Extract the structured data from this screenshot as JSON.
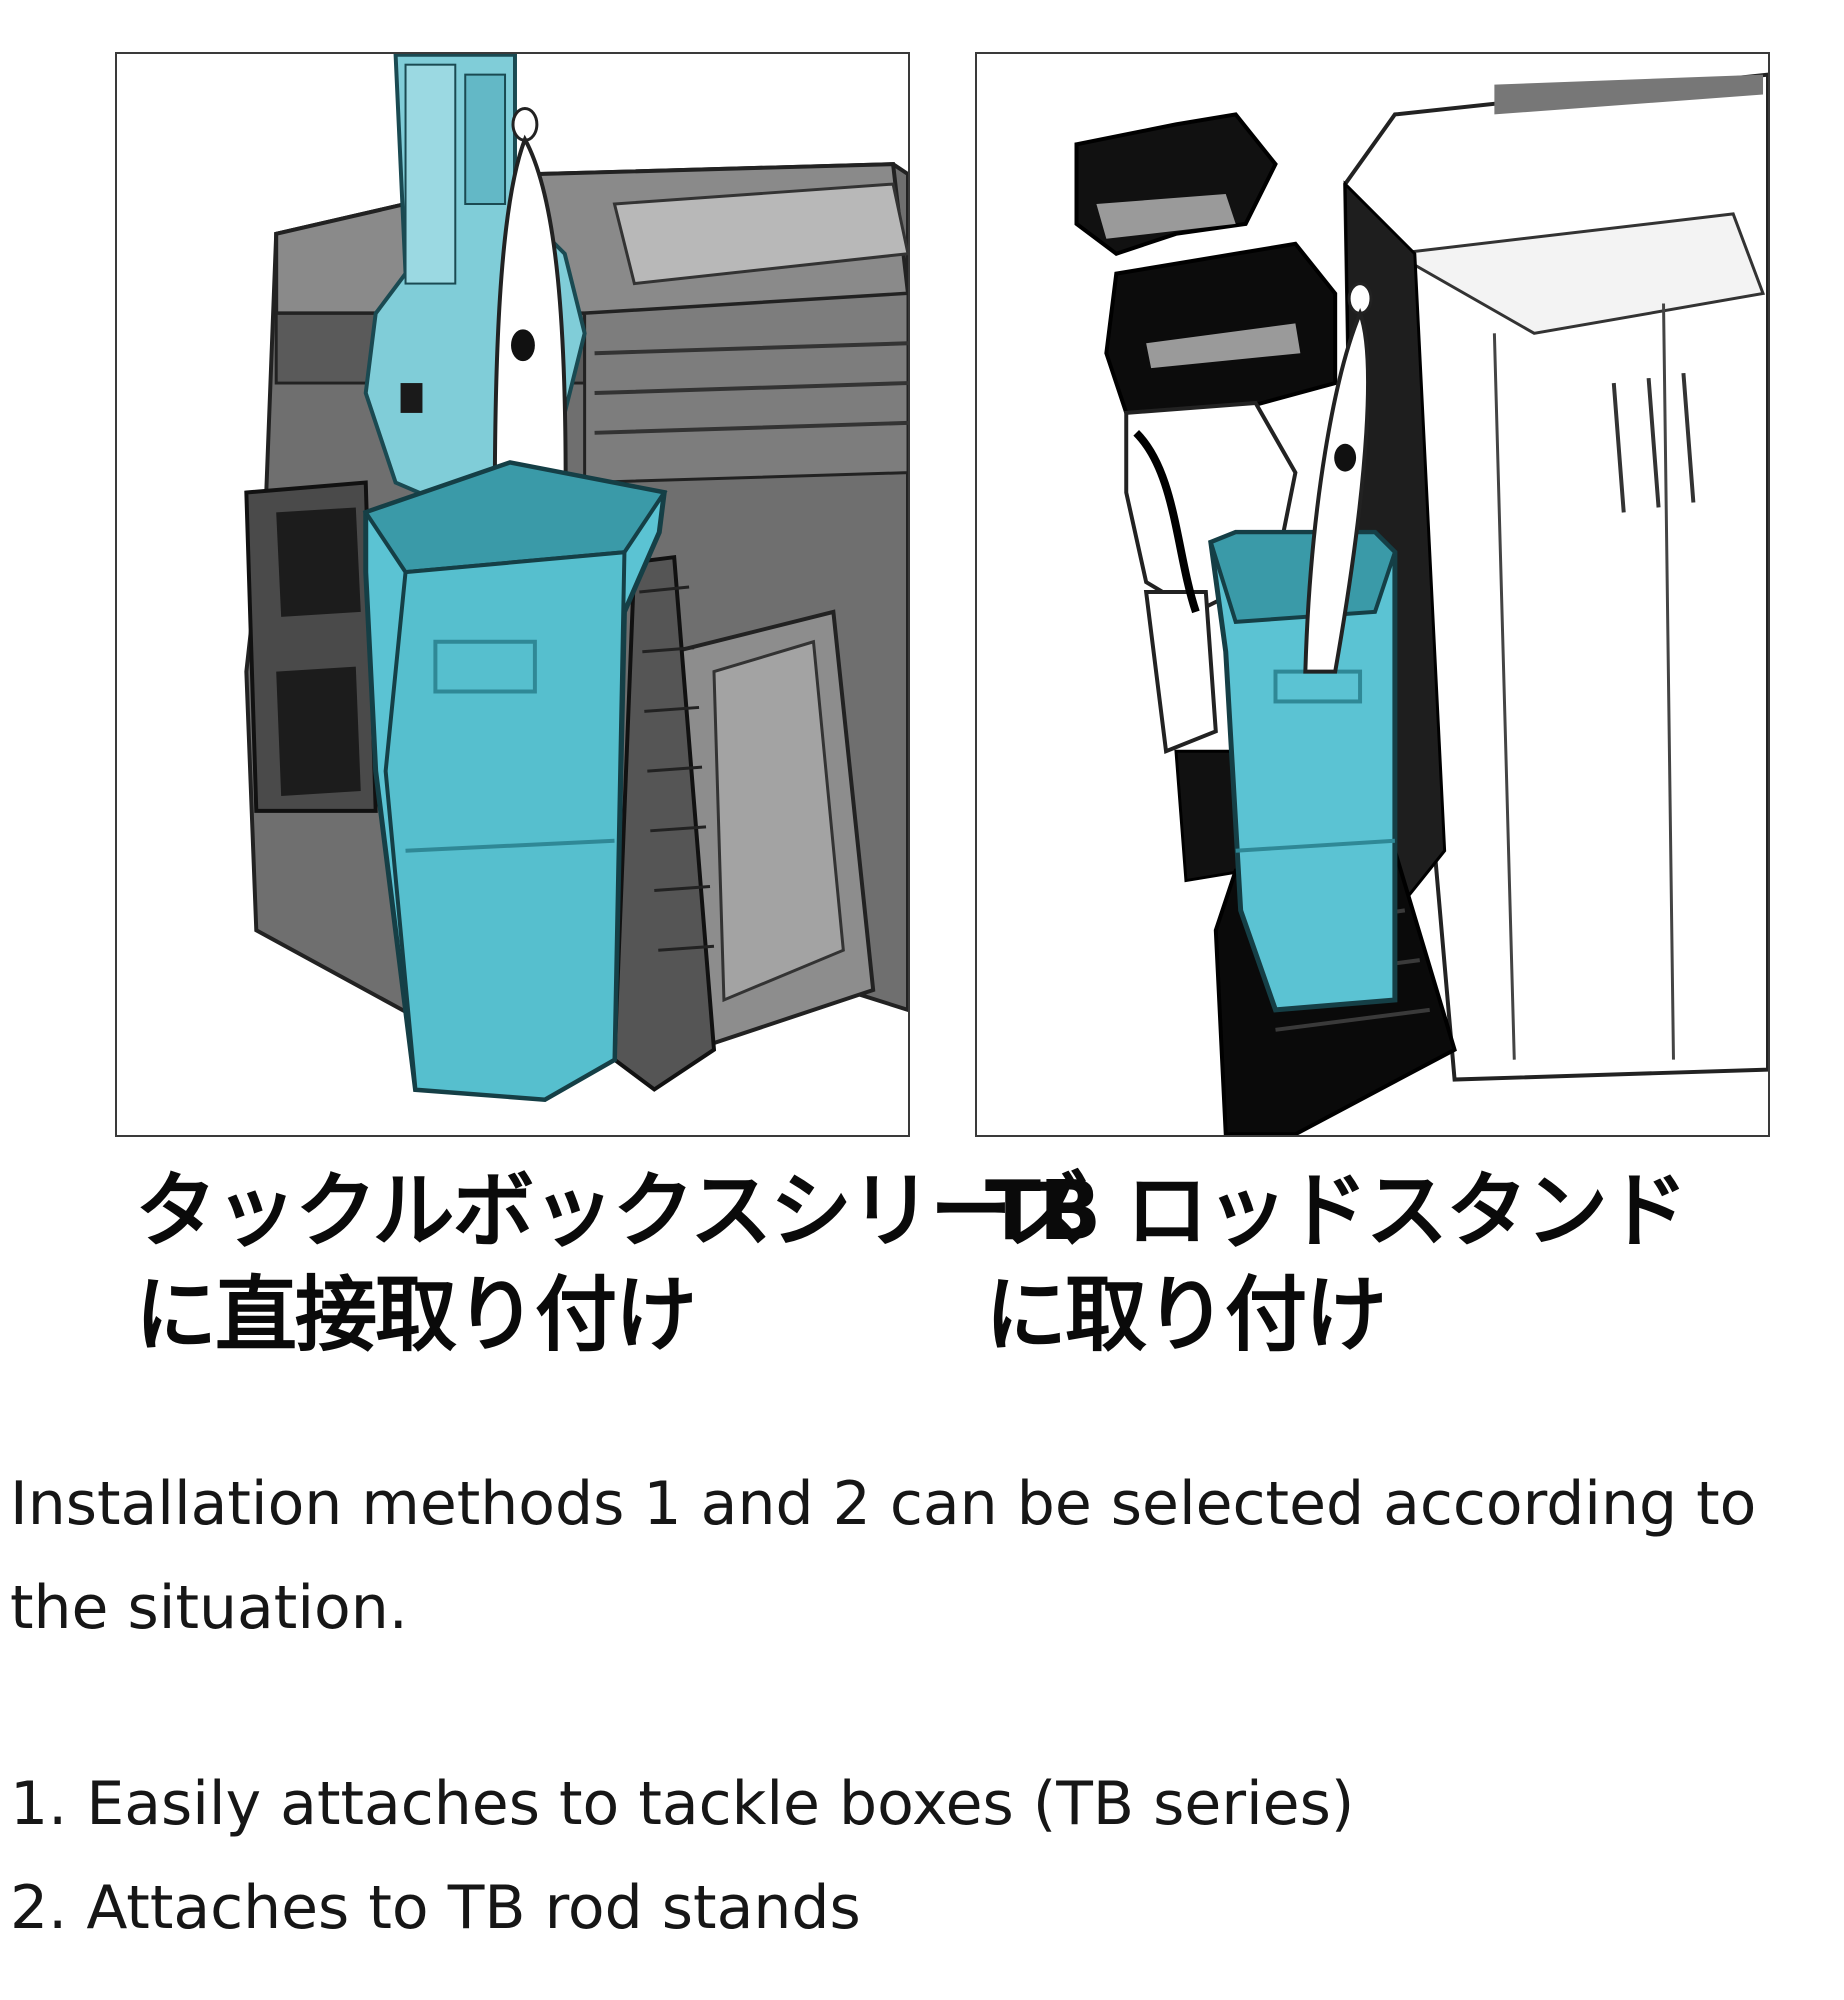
{
  "illustrations": {
    "left": {
      "caption_line1": "タックルボックスシリーズ",
      "caption_line2": "に直接取り付け"
    },
    "right": {
      "caption_line1": "TB ロッドスタンド",
      "caption_line2": "に取り付け"
    }
  },
  "description": {
    "intro_line1": "Installation methods 1 and 2 can be selected according to",
    "intro_line2": "the situation.",
    "items": [
      "1. Easily attaches to tackle boxes (TB series)",
      "2. Attaches to TB rod stands"
    ]
  },
  "colors": {
    "holder": "#5bc3d3",
    "holder_dark": "#3a9aa8",
    "box_gray": "#6b6b6b",
    "stand_black": "#111111"
  }
}
